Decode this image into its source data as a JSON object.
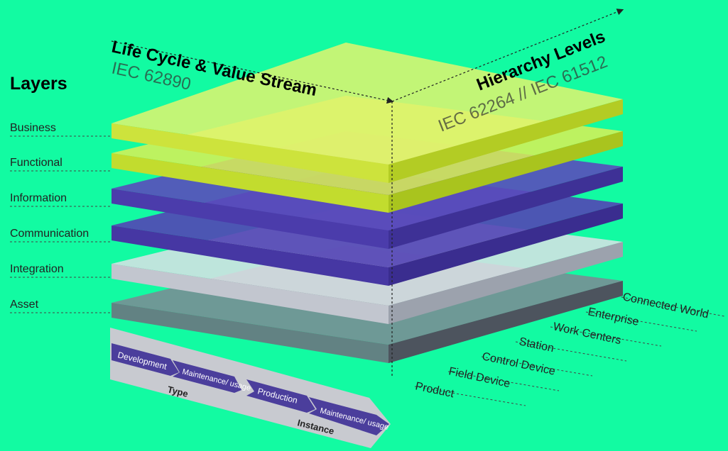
{
  "title": "Layers",
  "layer_labels": [
    "Business",
    "Functional",
    "Information",
    "Communication",
    "Integration",
    "Asset"
  ],
  "axes": {
    "lifecycle_title": "Life Cycle & Value Stream",
    "lifecycle_standard": "IEC 62890",
    "hierarchy_title": "Hierarchy Levels",
    "hierarchy_standard": "IEC 62264 // IEC 61512"
  },
  "hierarchy_levels": [
    "Product",
    "Field Device",
    "Control Device",
    "Station",
    "Work Centers",
    "Enterprise",
    "Connected World"
  ],
  "lifecycle": {
    "type_label": "Type",
    "instance_label": "Instance",
    "type_stages": [
      "Development",
      "Maintenance/ usage"
    ],
    "instance_stages": [
      "Production",
      "Maintenance/ usage"
    ]
  },
  "colors": {
    "background": "#12fba2",
    "business_functional": "#d6ee4a",
    "information_communication": "#4a3da8",
    "integration": "#c9cdd4",
    "asset": "#5d6570",
    "lifecycle_arrow": "#4b3e9c",
    "lifecycle_band": "#c7c9cf"
  }
}
